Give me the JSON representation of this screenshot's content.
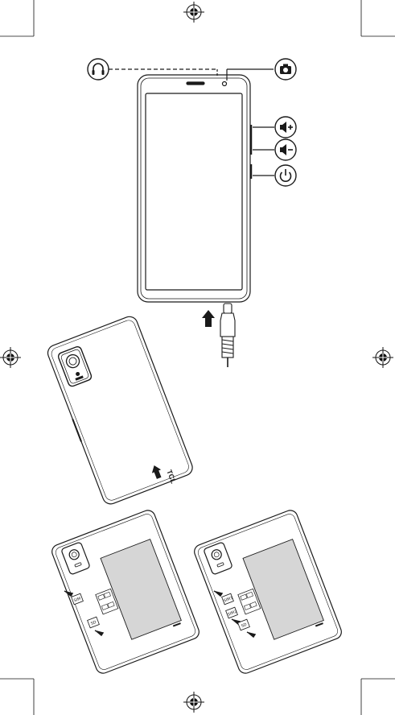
{
  "figure_1": {
    "callouts": [
      {
        "id": "headset-jack",
        "icon": "headphones-icon"
      },
      {
        "id": "front-camera",
        "icon": "camera-icon"
      },
      {
        "id": "volume-up",
        "icon": "volume-up-icon"
      },
      {
        "id": "volume-down",
        "icon": "volume-down-icon"
      },
      {
        "id": "power",
        "icon": "power-icon"
      }
    ],
    "usb_cable_icon": "usb-c-cable-icon"
  },
  "figure_2": {
    "back_logo": "TCL"
  },
  "figure_3": {
    "left_panel": {
      "tray_labels": [
        "SIM",
        "SD"
      ]
    },
    "right_panel": {
      "tray_labels": [
        "SIM1",
        "SIM2",
        "SD"
      ]
    }
  },
  "colors": {
    "line": "#1a1a1a",
    "battery": "#d6d6d6"
  }
}
